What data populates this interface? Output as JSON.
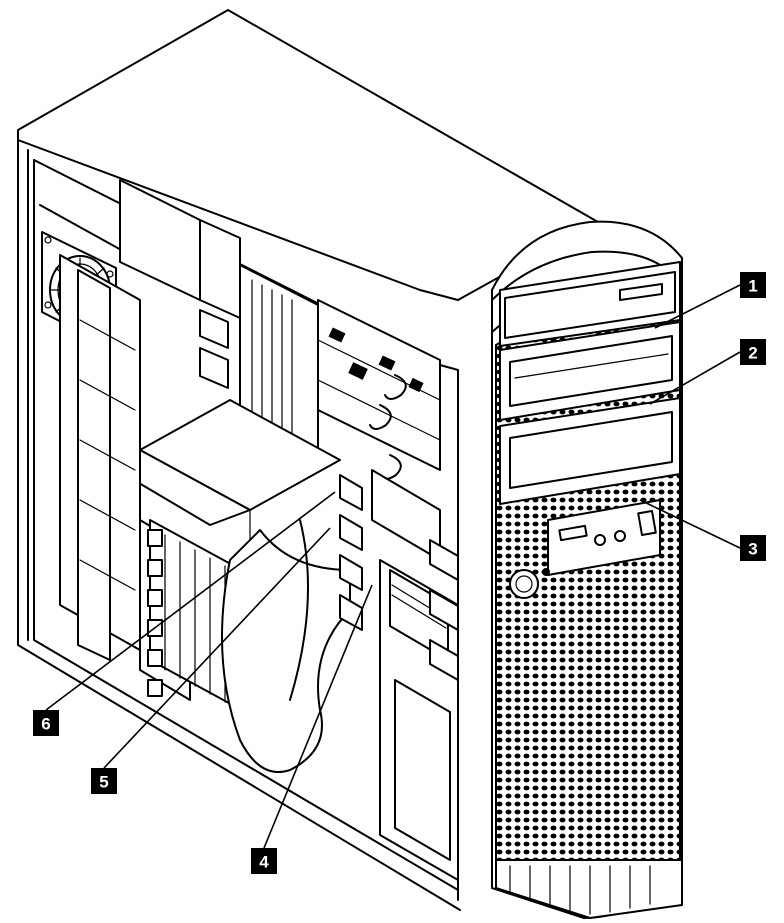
{
  "callouts": [
    {
      "id": "1",
      "label": "1"
    },
    {
      "id": "2",
      "label": "2"
    },
    {
      "id": "3",
      "label": "3"
    },
    {
      "id": "4",
      "label": "4"
    },
    {
      "id": "5",
      "label": "5"
    },
    {
      "id": "6",
      "label": "6"
    }
  ],
  "colors": {
    "line": "#000000",
    "background": "#ffffff",
    "badge": "#000000",
    "badge_text": "#ffffff"
  }
}
